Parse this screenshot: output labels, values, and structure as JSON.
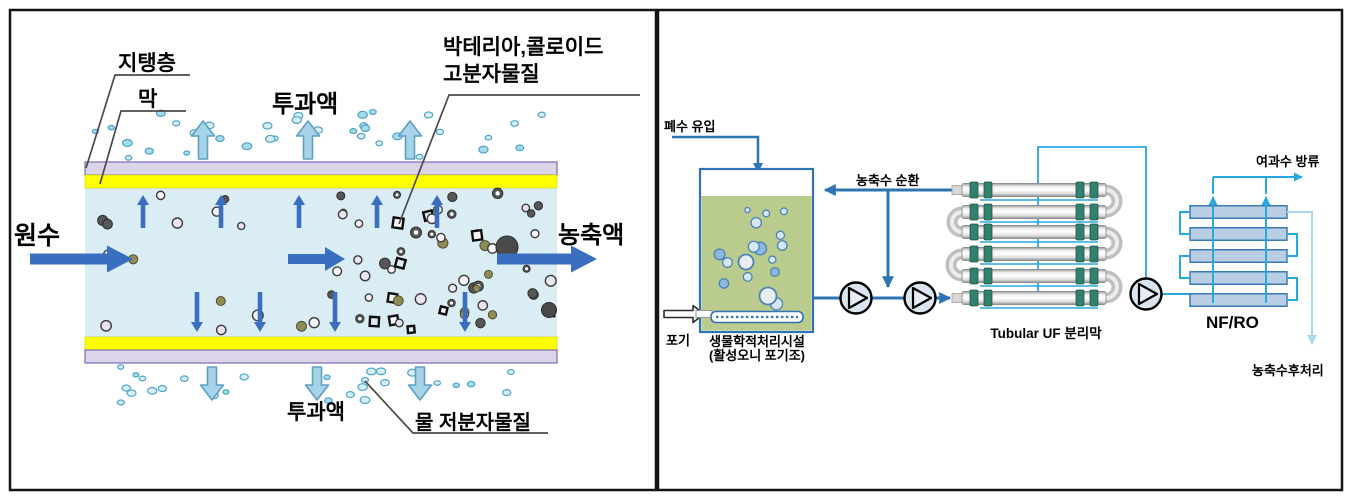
{
  "left_panel": {
    "labels": {
      "support_layer": "지탱층",
      "membrane": "막",
      "permeate_top": "투과액",
      "bacteria_colloid": "박테리아,콜로이드",
      "polymer": "고분자물질",
      "raw_water": "원수",
      "concentrate": "농축액",
      "permeate_bottom": "투과액",
      "water_low_mw": "물 저분자물질"
    }
  },
  "right_panel": {
    "labels": {
      "wastewater_inflow": "폐수 유입",
      "concentrate_recycle": "농축수 순환",
      "aeration": "포기",
      "bio_treatment": "생물학적처리시설",
      "bio_treatment_sub": "(활성오니 포기조)",
      "tubular_uf": "Tubular UF 분리막",
      "nfro": "NF/RO",
      "filtrate_discharge": "여과수 방류",
      "concentrate_post_treatment": "농축수후처리"
    }
  },
  "colors": {
    "process_blue": "#2e74b5",
    "arrow_blue": "#3a6fc0",
    "permeate_cyan": "#29a8e0",
    "light_cyan": "#a9d9ec",
    "membrane_yellow": "#ffff00",
    "support_lavender": "#dcd5ea",
    "channel_fill": "#daedf4",
    "tank_green": "#b9cb8d",
    "nfro_bar_fill": "#b9cde3",
    "uf_band_green": "#31816e",
    "permeate_arrow_fill": "#a6d3e8"
  }
}
